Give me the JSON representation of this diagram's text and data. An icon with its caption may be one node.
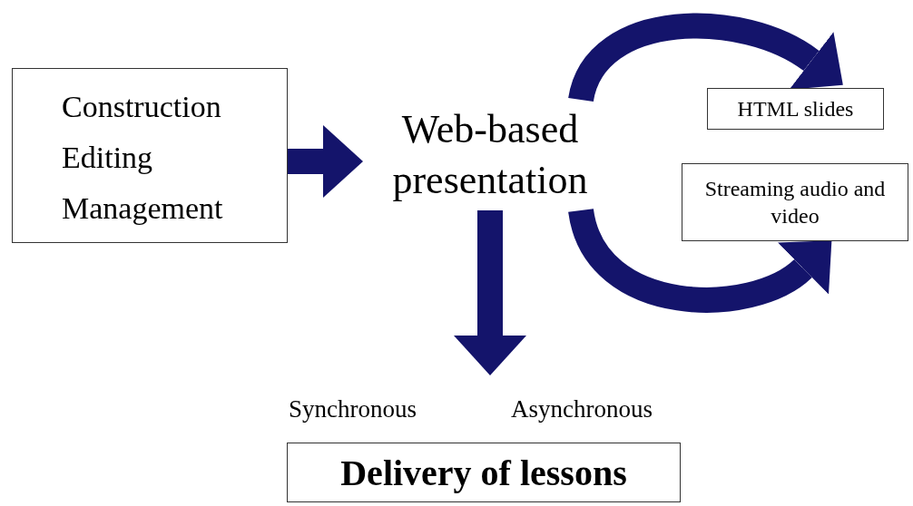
{
  "diagram": {
    "nodes": [
      {
        "text": [
          "Construction",
          "Editing",
          "Management"
        ]
      },
      {
        "text": [
          "Web-based presentation"
        ]
      },
      {
        "text": [
          "HTML slides"
        ]
      },
      {
        "text": [
          "Streaming audio and video"
        ]
      },
      {
        "text": [
          "Delivery of lessons"
        ],
        "beside": [
          "Synchronous",
          "Asynchronous"
        ]
      }
    ],
    "edges": [
      {
        "from": 0,
        "to": 1,
        "arrow": "to"
      },
      {
        "from": 1,
        "to": 4,
        "arrow": "to"
      },
      {
        "from": 1,
        "to": 2,
        "arrow": "to"
      },
      {
        "from": 1,
        "to": 3,
        "arrow": "to"
      }
    ]
  }
}
